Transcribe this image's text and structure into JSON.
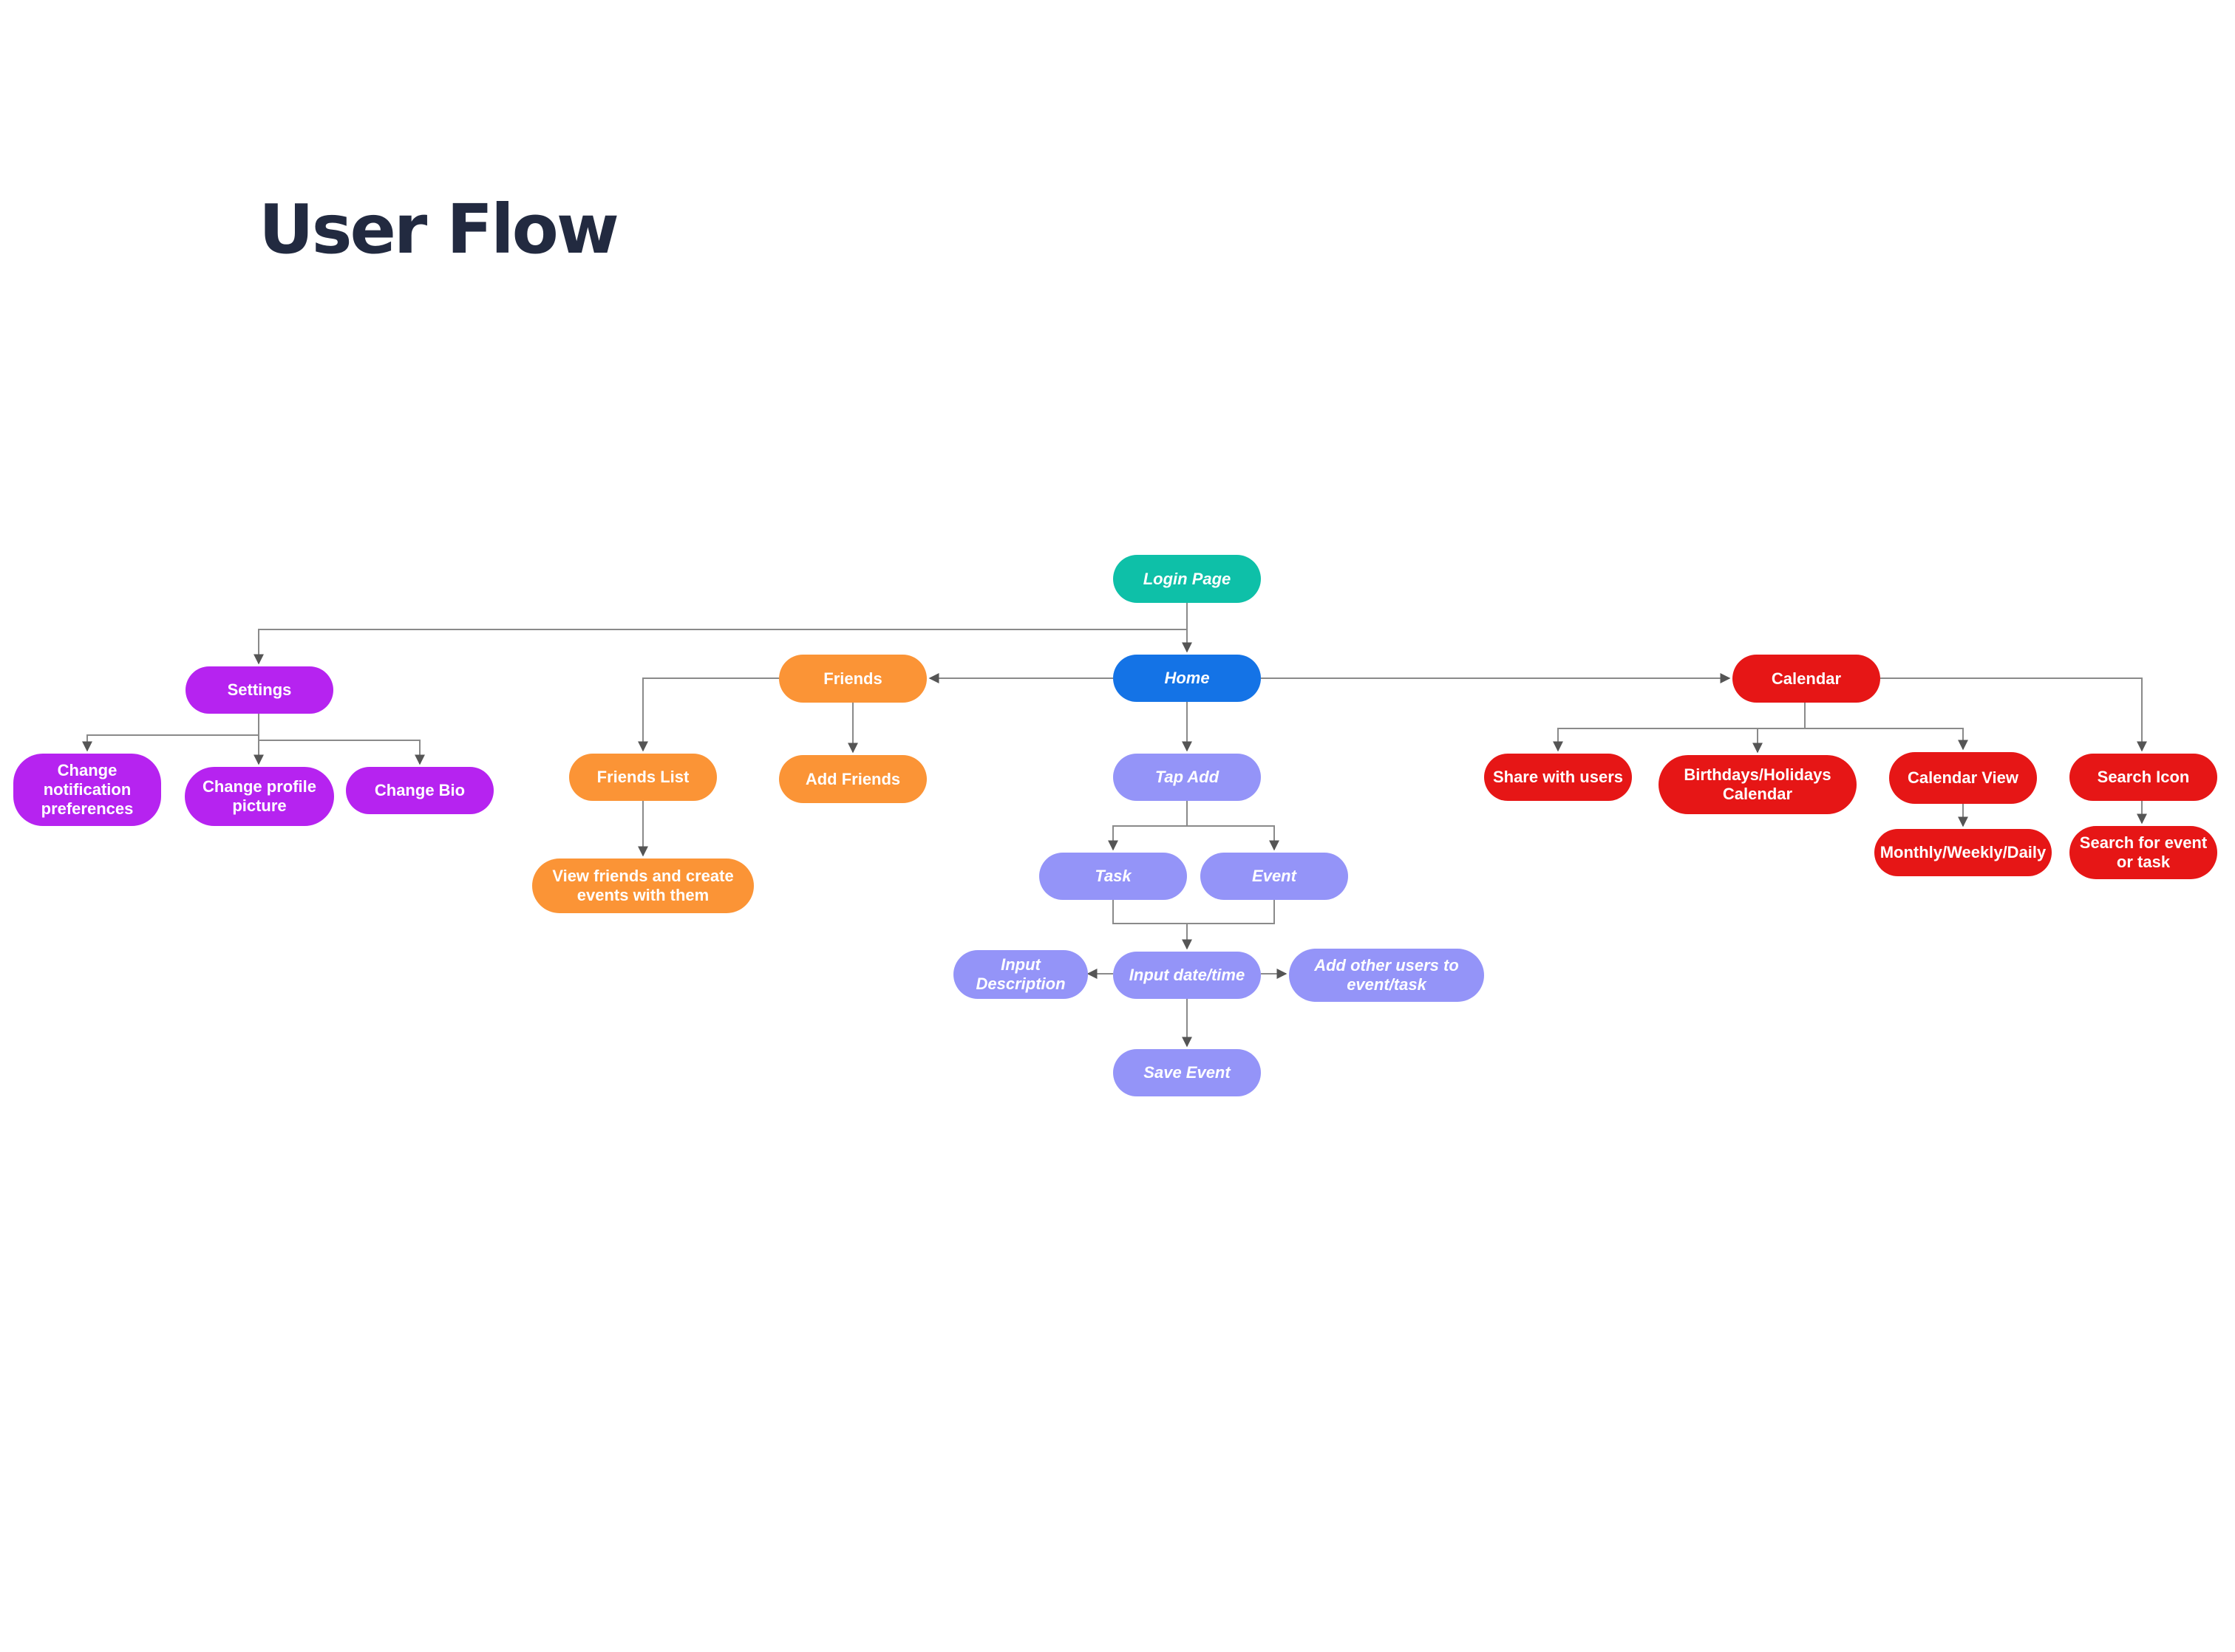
{
  "title": "User Flow",
  "colors": {
    "login": "#0ec0a8",
    "home": "#1473e6",
    "settings": "#b623f0",
    "friends": "#fb9436",
    "add_flow": "#9494f8",
    "calendar": "#e61616"
  },
  "nodes": {
    "login": "Login Page",
    "home": "Home",
    "settings": "Settings",
    "friends": "Friends",
    "calendar": "Calendar",
    "notif": "Change notification preferences",
    "profile": "Change profile picture",
    "bio": "Change Bio",
    "friends_list": "Friends List",
    "add_friends": "Add Friends",
    "view_friends": "View friends and create events with them",
    "tap_add": "Tap Add",
    "task": "Task",
    "event": "Event",
    "input_datetime": "Input date/time",
    "input_desc": "Input Description",
    "add_users": "Add other users to event/task",
    "save_event": "Save Event",
    "share": "Share with users",
    "birthdays": "Birthdays/Holidays Calendar",
    "cal_view": "Calendar View",
    "monthly": "Monthly/Weekly/Daily",
    "search_icon": "Search Icon",
    "search_for": "Search for event or task"
  }
}
